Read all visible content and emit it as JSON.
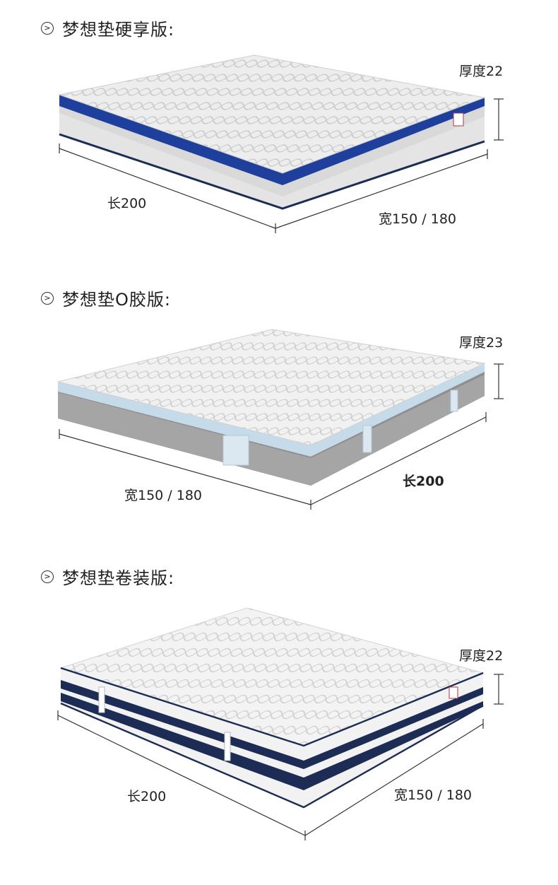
{
  "sections": [
    {
      "title": "梦想垫硬享版:",
      "thickness": "厚度22",
      "length": "长200",
      "width": "宽150 / 180"
    },
    {
      "title": "梦想垫O胶版:",
      "thickness": "厚度23",
      "length": "长200",
      "width": "宽150 / 180"
    },
    {
      "title": "梦想垫卷装版:",
      "thickness": "厚度22",
      "length": "长200",
      "width": "宽150 / 180"
    }
  ],
  "bullet_icon": "arrow-circle-icon",
  "colors": {
    "blue_band": "#1f3f9c",
    "navy_band": "#1c2c55",
    "grey_side": "#8a8a8a",
    "top_fabric": "#eeeeee"
  }
}
